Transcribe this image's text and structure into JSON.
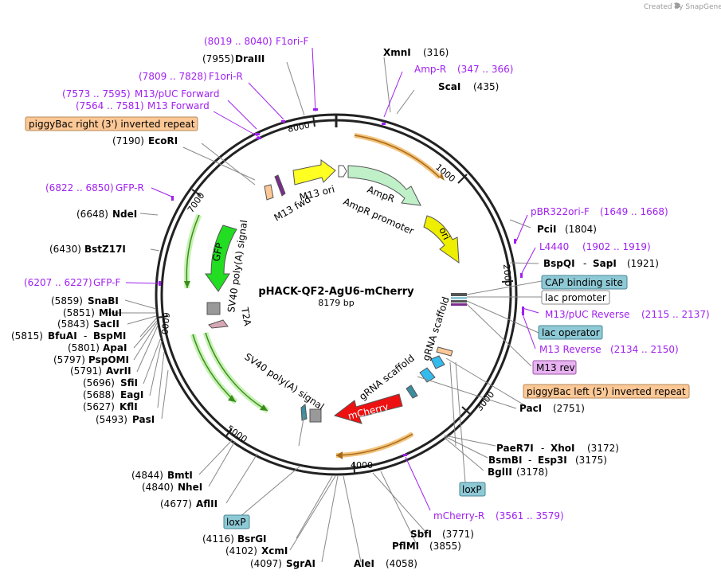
{
  "credit": "Created by SnapGene",
  "plasmid": {
    "name": "pHACK-QF2-AgU6-mCherry",
    "size": "8179 bp"
  },
  "ticks": [
    "1000",
    "2000",
    "3000",
    "4000",
    "5000",
    "6000",
    "7000",
    "8000"
  ],
  "feature_labels": {
    "m13ori": "M13 ori",
    "m13fwd": "M13 fwd",
    "ampr": "AmpR",
    "ampr_promoter": "AmpR promoter",
    "ori": "ori",
    "gfp": "GFP",
    "sv40_top": "SV40 poly(A) signal",
    "t2a": "T2A",
    "grna1": "gRNA scaffold",
    "grna2": "gRNA scaffold",
    "mcherry": "mCherry",
    "sv40_bottom": "SV40 poly(A) signal"
  },
  "enzymes": {
    "xmni": {
      "name": "XmnI",
      "pos": "(316)"
    },
    "scai": {
      "name": "ScaI",
      "pos": "(435)"
    },
    "drai": {
      "name": "DraIII",
      "pos": "(7955)"
    },
    "ecori": {
      "name": "EcoRI",
      "pos": "(7190)"
    },
    "ndei": {
      "name": "NdeI",
      "pos": "(6648)"
    },
    "bstz": {
      "name": "BstZ17I",
      "pos": "(6430)"
    },
    "snabi": {
      "name": "SnaBI",
      "pos": "(5859)"
    },
    "mlui": {
      "name": "MluI",
      "pos": "(5851)"
    },
    "sacii": {
      "name": "SacII",
      "pos": "(5843)"
    },
    "bfuai": {
      "name": "BfuAI",
      "name2": "BspMI",
      "pos": "(5815)"
    },
    "apai": {
      "name": "ApaI",
      "pos": "(5801)"
    },
    "pspomi": {
      "name": "PspOMI",
      "pos": "(5797)"
    },
    "avrii": {
      "name": "AvrII",
      "pos": "(5791)"
    },
    "sfii": {
      "name": "SfiI",
      "pos": "(5696)"
    },
    "eagi": {
      "name": "EagI",
      "pos": "(5688)"
    },
    "kfli": {
      "name": "KflI",
      "pos": "(5627)"
    },
    "pasi": {
      "name": "PasI",
      "pos": "(5493)"
    },
    "bmti": {
      "name": "BmtI",
      "pos": "(4844)"
    },
    "nhei": {
      "name": "NheI",
      "pos": "(4840)"
    },
    "aflii": {
      "name": "AflII",
      "pos": "(4677)"
    },
    "bsrgi": {
      "name": "BsrGI",
      "pos": "(4116)"
    },
    "xcmi": {
      "name": "XcmI",
      "pos": "(4102)"
    },
    "sgrai": {
      "name": "SgrAI",
      "pos": "(4097)"
    },
    "alei": {
      "name": "AleI",
      "pos": "(4058)"
    },
    "sbfi": {
      "name": "SbfI",
      "pos": "(3771)"
    },
    "pflmi": {
      "name": "PflMI",
      "pos": "(3855)"
    },
    "bglii": {
      "name": "BglII",
      "pos": "(3178)"
    },
    "bsmbi": {
      "name": "BsmBI",
      "name2": "Esp3I",
      "pos": "(3175)"
    },
    "paer7i": {
      "name": "PaeR7I",
      "name2": "XhoI",
      "pos": "(3172)"
    },
    "paci": {
      "name": "PacI",
      "pos": "(2751)"
    },
    "pcii": {
      "name": "PciI",
      "pos": "(1804)"
    },
    "bspqi": {
      "name": "BspQI",
      "name2": "SapI",
      "pos": "(1921)"
    }
  },
  "primers": {
    "f1orif": {
      "name": "F1ori-F",
      "pos": "(8019 .. 8040)"
    },
    "f1orir": {
      "name": "F1ori-R",
      "pos": "(7809 .. 7828)"
    },
    "m13puc": {
      "name": "M13/pUC Forward",
      "pos": "(7573 .. 7595)"
    },
    "m13fwd": {
      "name": "M13 Forward",
      "pos": "(7564 .. 7581)"
    },
    "gfpr": {
      "name": "GFP-R",
      "pos": "(6822 .. 6850)"
    },
    "gfpf": {
      "name": "GFP-F",
      "pos": "(6207 .. 6227)"
    },
    "ampr": {
      "name": "Amp-R",
      "pos": "(347 .. 366)"
    },
    "pbr322": {
      "name": "pBR322ori-F",
      "pos": "(1649 .. 1668)"
    },
    "l4440": {
      "name": "L4440",
      "pos": "(1902 .. 1919)"
    },
    "m13pucrev": {
      "name": "M13/pUC Reverse",
      "pos": "(2115 .. 2137)"
    },
    "m13rev": {
      "name": "M13 Reverse",
      "pos": "(2134 .. 2150)"
    },
    "mcherryr": {
      "name": "mCherry-R",
      "pos": "(3561 .. 3579)"
    }
  },
  "boxes": {
    "piggyright": "piggyBac right (3') inverted repeat",
    "cap": "CAP binding site",
    "lacprom": "lac promoter",
    "lacop": "lac operator",
    "m13revbox": "M13 rev",
    "piggyleft": "piggyBac left (5') inverted repeat",
    "loxp1": "loxP",
    "loxp2": "loxP"
  },
  "colors": {
    "primer": "#a020f0",
    "orange_box": "#fcc896",
    "teal_box": "#8ec9d6",
    "purple_box": "#e7b2f0",
    "gfp": "#22dd22",
    "mcherry": "#ee1111",
    "ori": "#eeee00",
    "ampr": "#bff0c8",
    "m13ori": "#ffff22"
  }
}
